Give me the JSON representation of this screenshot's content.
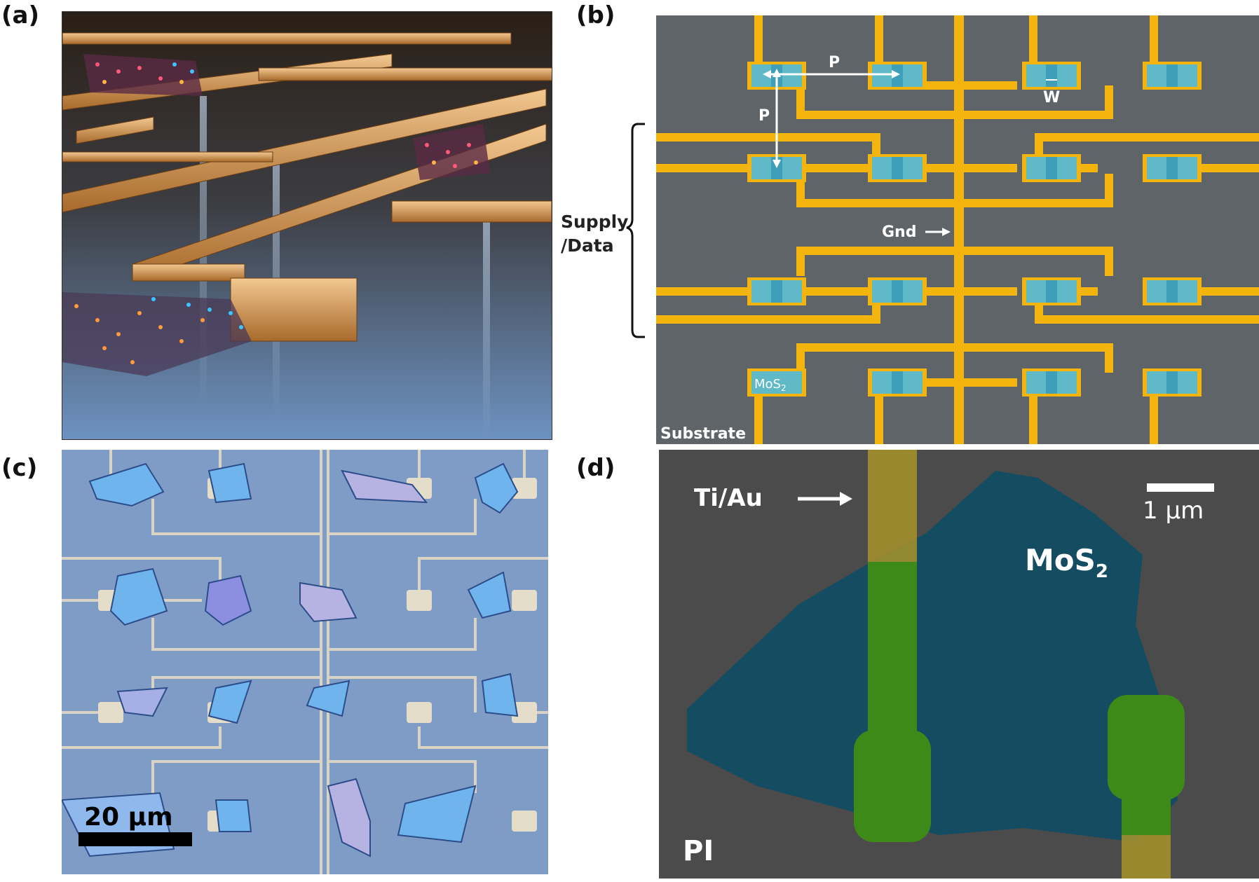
{
  "figure": {
    "panels": {
      "a": {
        "label": "(a)"
      },
      "b": {
        "label": "(b)",
        "pitch_label": "P",
        "width_label": "W",
        "bracket_label_line1": "Supply",
        "bracket_label_line2": "/Data",
        "ground_label": "Gnd",
        "material_label_base": "MoS",
        "material_label_sub": "2",
        "substrate_label": "Substrate"
      },
      "c": {
        "label": "(c)",
        "scale_bar_label": "20 µm"
      },
      "d": {
        "label": "(d)",
        "contact_label": "Ti/Au",
        "scale_bar_label": "1 µm",
        "flake_label_base": "MoS",
        "flake_label_sub": "2",
        "substrate_label": "PI"
      }
    },
    "colors": {
      "electrode_gold": "#f2b40d",
      "channel_teal": "#5fb9c7",
      "schematic_bg": "#5f6468",
      "optical_bg": "#7e9cc6",
      "sem_bg": "#4b4b4b",
      "flake_teal": "#0f4c63",
      "overlap_green": "#3d8a18"
    }
  }
}
